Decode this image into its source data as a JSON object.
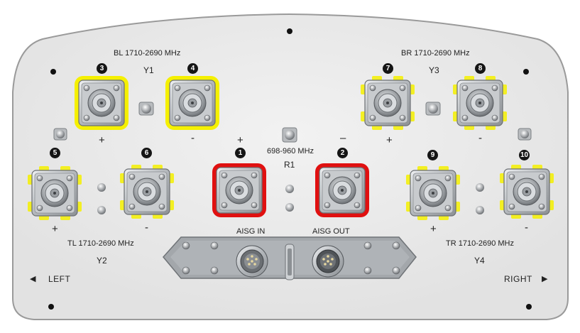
{
  "labels": {
    "bl_band": "BL 1710-2690 MHz",
    "br_band": "BR 1710-2690 MHz",
    "tl_band": "TL 1710-2690 MHz",
    "tr_band": "TR 1710-2690 MHz",
    "low_band": "698-960 MHz",
    "y1": "Y1",
    "y2": "Y2",
    "y3": "Y3",
    "y4": "Y4",
    "r1": "R1",
    "aisg_in": "AISG IN",
    "aisg_out": "AISG OUT",
    "left": "LEFT",
    "right": "RIGHT",
    "left_arrow": "◀",
    "right_arrow": "▶"
  },
  "ports": [
    {
      "number": "3",
      "sign": "+",
      "group": "Y1",
      "highlight": "solid"
    },
    {
      "number": "4",
      "sign": "-",
      "group": "Y1",
      "highlight": "solid"
    },
    {
      "number": "7",
      "sign": "+",
      "group": "Y3",
      "highlight": "dashed"
    },
    {
      "number": "8",
      "sign": "-",
      "group": "Y3",
      "highlight": "dashed"
    },
    {
      "number": "5",
      "sign": "+",
      "group": "Y2",
      "highlight": "dashed"
    },
    {
      "number": "6",
      "sign": "-",
      "group": "Y2",
      "highlight": "dashed"
    },
    {
      "number": "1",
      "sign": "+",
      "group": "R1",
      "highlight": "red"
    },
    {
      "number": "2",
      "sign": "–",
      "group": "R1",
      "highlight": "red"
    },
    {
      "number": "9",
      "sign": "+",
      "group": "Y4",
      "highlight": "dashed"
    },
    {
      "number": "10",
      "sign": "-",
      "group": "Y4",
      "highlight": "dashed"
    }
  ],
  "colors": {
    "panel": "#e9e9e9",
    "panel_edge": "#9a9a9a",
    "highbands": "#f5f000",
    "lowband": "#e01010",
    "connector": "#b9bcbf",
    "bracket": "#9ea3a7"
  }
}
